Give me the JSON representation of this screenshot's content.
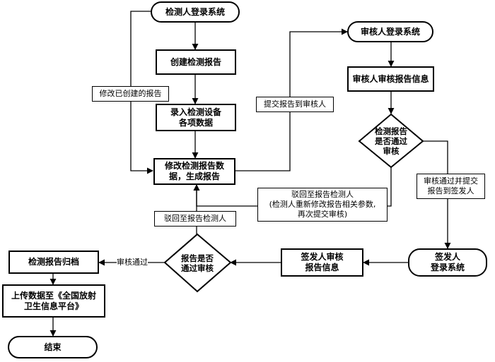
{
  "nodes": {
    "inspector_login": "检测人登录系统",
    "create_report": "创建检测报告",
    "enter_data": "录入检测设备\n各项数据",
    "modify_report": "修改检测报告数\n据，生成报告",
    "reviewer_login": "审核人登录系统",
    "reviewer_review": "审核人审核报告信息",
    "review_decision": "检测报告\n是否通过\n审核",
    "signer_login": "签发人\n登录系统",
    "signer_review": "签发人审核\n报告信息",
    "sign_decision": "报告是否\n通过审核",
    "archive": "检测报告归档",
    "upload": "上传数据至《全国放射\n卫生信息平台》",
    "end": "结束"
  },
  "labels": {
    "modify_created": "修改已创建的报告",
    "submit_to_reviewer": "提交报告到审核人",
    "reject_to_inspector_detail": "驳回至报告检测人\n(检测人重新修改报告相关参数,\n再次提交审核)",
    "pass_submit_signer": "审核通过并提交\n报告到签发人",
    "reject_to_inspector": "驳回至报告检测人",
    "review_passed": "审核通过"
  }
}
